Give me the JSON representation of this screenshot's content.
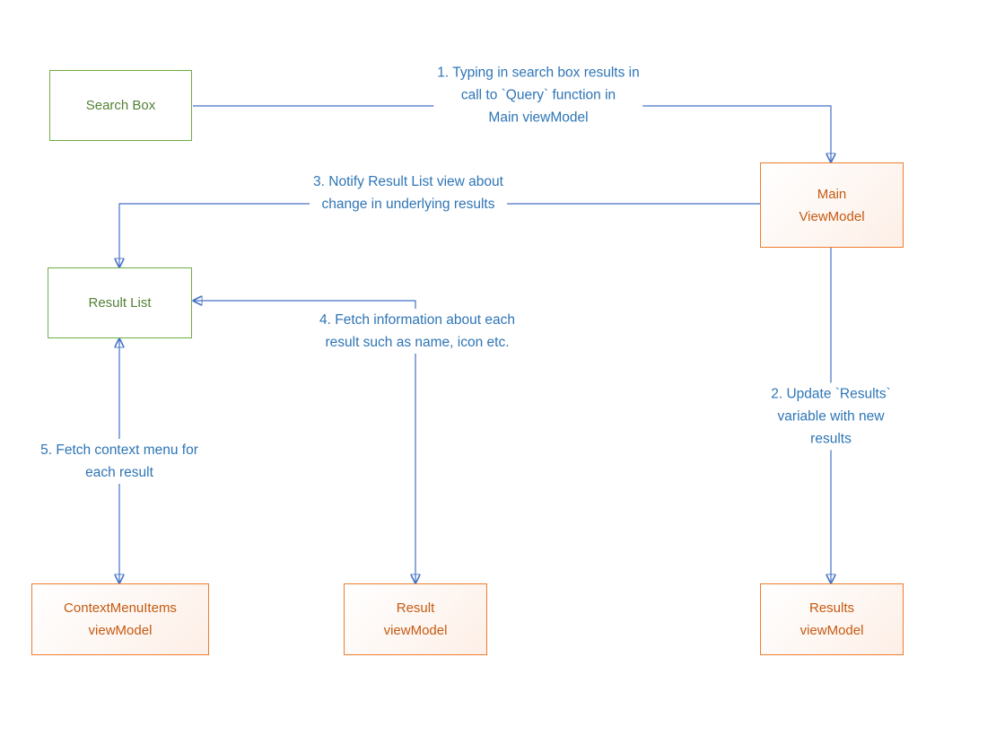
{
  "colors": {
    "green_border": "#70AD47",
    "green_text": "#538135",
    "orange_border": "#ED7D31",
    "orange_text": "#C55A11",
    "orange_fill": "#FDEFE7",
    "blue_line": "#4472C4",
    "blue_text": "#2E75B6",
    "canvas_bg": "#FFFFFF"
  },
  "nodes": {
    "search_box": {
      "label": "Search Box"
    },
    "main_viewmodel": {
      "label": "Main\nViewModel"
    },
    "result_list": {
      "label": "Result List"
    },
    "contextmenuitems_viewmodel": {
      "label": "ContextMenuItems\nviewModel"
    },
    "result_viewmodel": {
      "label": "Result\nviewModel"
    },
    "results_viewmodel": {
      "label": "Results\nviewModel"
    }
  },
  "annotations": {
    "step1": "1. Typing in search box results in\ncall to `Query` function in\nMain viewModel",
    "step2": "2. Update `Results` variable with new\nresults",
    "step3": "3. Notify Result List view about\nchange in underlying results",
    "step4": "4. Fetch information about each\nresult such as name, icon etc.",
    "step5": "5. Fetch context menu for\neach result"
  }
}
